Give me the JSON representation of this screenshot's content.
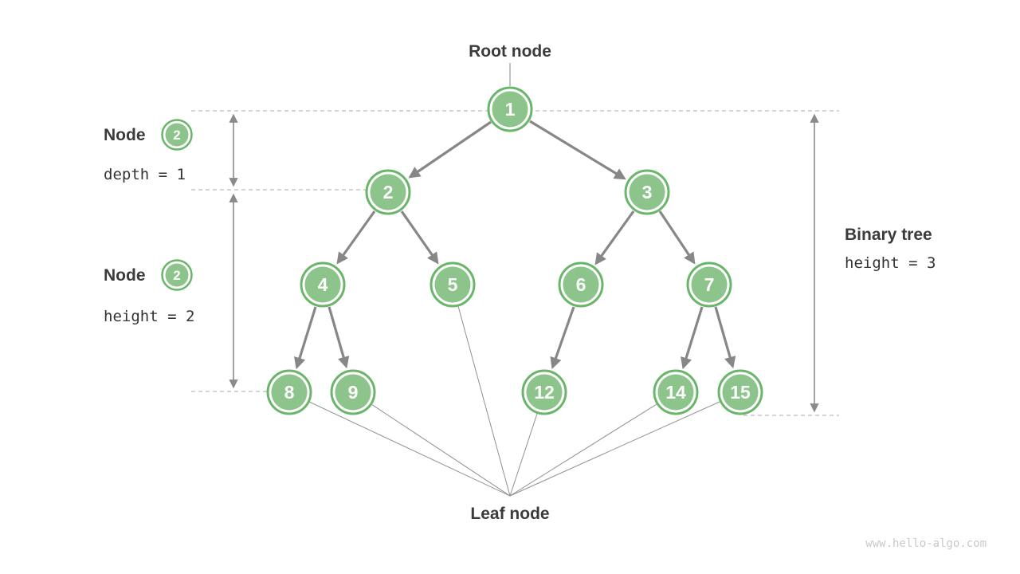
{
  "labels": {
    "root_node": "Root node",
    "leaf_node": "Leaf node",
    "watermark": "www.hello-algo.com"
  },
  "annotations": {
    "left_top": {
      "label": "Node",
      "badge": "2",
      "metric": "depth = 1"
    },
    "left_bottom": {
      "label": "Node",
      "badge": "2",
      "metric": "height = 2"
    },
    "right": {
      "label": "Binary tree",
      "metric": "height = 3"
    }
  },
  "tree": {
    "node_values": [
      "1",
      "2",
      "3",
      "4",
      "5",
      "6",
      "7",
      "8",
      "9",
      "12",
      "14",
      "15"
    ],
    "edges": [
      "1-2",
      "1-3",
      "2-4",
      "2-5",
      "3-6",
      "3-7",
      "4-8",
      "4-9",
      "6-12",
      "7-14",
      "7-15"
    ],
    "leaf_nodes": [
      "8",
      "9",
      "5",
      "12",
      "14",
      "15"
    ]
  },
  "colors": {
    "node_fill": "#8cc48c",
    "node_border": "#6bb56b",
    "edge_gray": "#878787",
    "dashed_gray": "#a8a8a8",
    "text_dark": "#3b3b3b",
    "watermark_gray": "#c9c9c9"
  }
}
